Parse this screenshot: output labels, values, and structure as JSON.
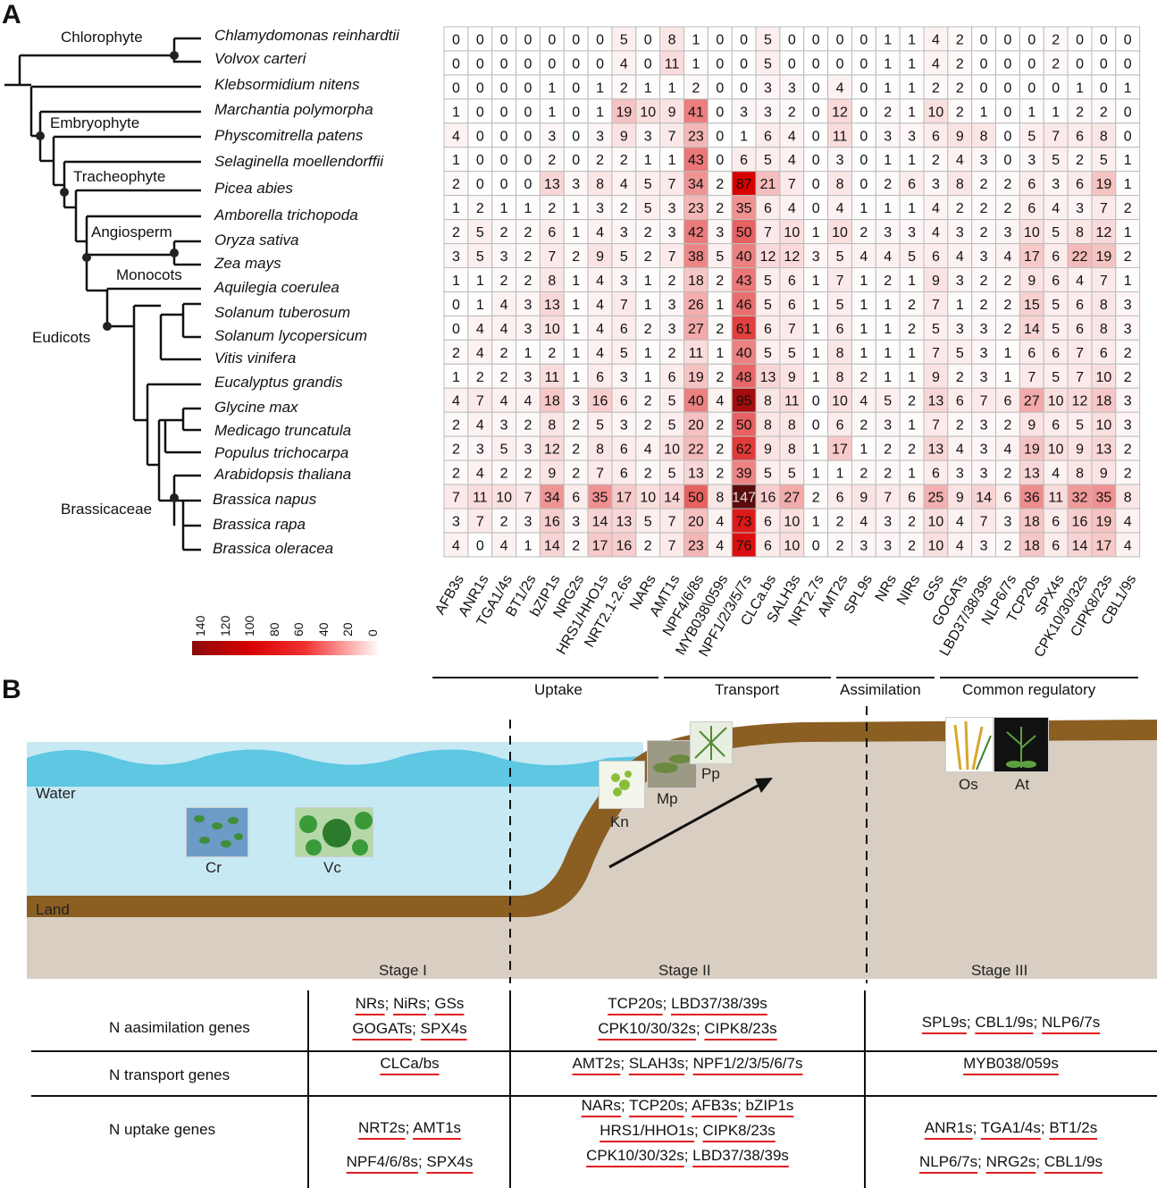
{
  "panels": {
    "a": "A",
    "b": "B"
  },
  "tree": {
    "species": [
      "Chlamydomonas reinhardtii",
      "Volvox carteri",
      "Klebsormidium nitens",
      "Marchantia polymorpha",
      "Physcomitrella patens",
      "Selaginella moellendorffii",
      "Picea abies",
      "Amborella trichopoda",
      "Oryza sativa",
      "Zea mays",
      "Aquilegia coerulea",
      "Solanum tuberosum",
      "Solanum lycopersicum",
      "Vitis vinifera",
      "Eucalyptus grandis",
      "Glycine max",
      "Medicago truncatula",
      "Populus trichocarpa",
      "Arabidopsis thaliana",
      "Brassica napus",
      "Brassica rapa",
      "Brassica oleracea"
    ],
    "clades": [
      "Chlorophyte",
      "Embryophyte",
      "Tracheophyte",
      "Angiosperm",
      "Monocots",
      "Eudicots",
      "Brassicaceae"
    ]
  },
  "chart_data": {
    "type": "heatmap",
    "columns": [
      "AFB3s",
      "ANR1s",
      "TGA1/4s",
      "BT1/2s",
      "bZIP1s",
      "NRG2s",
      "HRS1/HHO1s",
      "NRT2.1-2.6s",
      "NARs",
      "AMT1s",
      "NPF4/6/8s",
      "MYB038\\059s",
      "NPF1/2/3/5/7s",
      "CLCa.bs",
      "SALH3s",
      "NRT2.7s",
      "AMT2s",
      "SPL9s",
      "NRs",
      "NIRs",
      "GSs",
      "GOGATs",
      "LBD37/38/39s",
      "NLP6/7s",
      "TCP20s",
      "SPX4s",
      "CPK10/30/32s",
      "CIPK8/23s",
      "CBL1/9s"
    ],
    "rows": [
      "Chlamydomonas reinhardtii",
      "Volvox carteri",
      "Klebsormidium nitens",
      "Marchantia polymorpha",
      "Physcomitrella patens",
      "Selaginella moellendorffii",
      "Picea abies",
      "Amborella trichopoda",
      "Oryza sativa",
      "Zea mays",
      "Aquilegia coerulea",
      "Solanum tuberosum",
      "Solanum lycopersicum",
      "Vitis vinifera",
      "Eucalyptus grandis",
      "Glycine max",
      "Medicago truncatula",
      "Populus trichocarpa",
      "Arabidopsis thaliana",
      "Brassica napus",
      "Brassica rapa",
      "Brassica oleracea"
    ],
    "values": [
      [
        0,
        0,
        0,
        0,
        0,
        0,
        0,
        5,
        0,
        8,
        1,
        0,
        0,
        5,
        0,
        0,
        0,
        0,
        1,
        1,
        4,
        2,
        0,
        0,
        0,
        2,
        0,
        0,
        0
      ],
      [
        0,
        0,
        0,
        0,
        0,
        0,
        0,
        4,
        0,
        11,
        1,
        0,
        0,
        5,
        0,
        0,
        0,
        0,
        1,
        1,
        4,
        2,
        0,
        0,
        0,
        2,
        0,
        0,
        0
      ],
      [
        0,
        0,
        0,
        0,
        1,
        0,
        1,
        2,
        1,
        1,
        2,
        0,
        0,
        3,
        3,
        0,
        4,
        0,
        1,
        1,
        2,
        2,
        0,
        0,
        0,
        0,
        1,
        0,
        1
      ],
      [
        1,
        0,
        0,
        0,
        1,
        0,
        1,
        19,
        10,
        9,
        41,
        0,
        3,
        3,
        2,
        0,
        12,
        0,
        2,
        1,
        10,
        2,
        1,
        0,
        1,
        1,
        2,
        2,
        0
      ],
      [
        4,
        0,
        0,
        0,
        3,
        0,
        3,
        9,
        3,
        7,
        23,
        0,
        1,
        6,
        4,
        0,
        11,
        0,
        3,
        3,
        6,
        9,
        8,
        0,
        5,
        7,
        6,
        8,
        0
      ],
      [
        1,
        0,
        0,
        0,
        2,
        0,
        2,
        2,
        1,
        1,
        43,
        0,
        6,
        5,
        4,
        0,
        3,
        0,
        1,
        1,
        2,
        4,
        3,
        0,
        3,
        5,
        2,
        5,
        1
      ],
      [
        2,
        0,
        0,
        0,
        13,
        3,
        8,
        4,
        5,
        7,
        34,
        2,
        87,
        21,
        7,
        0,
        8,
        0,
        2,
        6,
        3,
        8,
        2,
        2,
        6,
        3,
        6,
        19,
        1
      ],
      [
        1,
        2,
        1,
        1,
        2,
        1,
        3,
        2,
        5,
        3,
        23,
        2,
        35,
        6,
        4,
        0,
        4,
        1,
        1,
        1,
        4,
        2,
        2,
        2,
        6,
        4,
        3,
        7,
        2
      ],
      [
        2,
        5,
        2,
        2,
        6,
        1,
        4,
        3,
        2,
        3,
        42,
        3,
        50,
        7,
        10,
        1,
        10,
        2,
        3,
        3,
        4,
        3,
        2,
        3,
        10,
        5,
        8,
        12,
        1
      ],
      [
        3,
        5,
        3,
        2,
        7,
        2,
        9,
        5,
        2,
        7,
        38,
        5,
        40,
        12,
        12,
        3,
        5,
        4,
        4,
        5,
        6,
        4,
        3,
        4,
        17,
        6,
        22,
        19,
        2
      ],
      [
        1,
        1,
        2,
        2,
        8,
        1,
        4,
        3,
        1,
        2,
        18,
        2,
        43,
        5,
        6,
        1,
        7,
        1,
        2,
        1,
        9,
        3,
        2,
        2,
        9,
        6,
        4,
        7,
        1
      ],
      [
        0,
        1,
        4,
        3,
        13,
        1,
        4,
        7,
        1,
        3,
        26,
        1,
        46,
        5,
        6,
        1,
        5,
        1,
        1,
        2,
        7,
        1,
        2,
        2,
        15,
        5,
        6,
        8,
        3
      ],
      [
        0,
        4,
        4,
        3,
        10,
        1,
        4,
        6,
        2,
        3,
        27,
        2,
        61,
        6,
        7,
        1,
        6,
        1,
        1,
        2,
        5,
        3,
        3,
        2,
        14,
        5,
        6,
        8,
        3
      ],
      [
        2,
        4,
        2,
        1,
        2,
        1,
        4,
        5,
        1,
        2,
        11,
        1,
        40,
        5,
        5,
        1,
        8,
        1,
        1,
        1,
        7,
        5,
        3,
        1,
        6,
        6,
        7,
        6,
        2
      ],
      [
        1,
        2,
        2,
        3,
        11,
        1,
        6,
        3,
        1,
        6,
        19,
        2,
        48,
        13,
        9,
        1,
        8,
        2,
        1,
        1,
        9,
        2,
        3,
        1,
        7,
        5,
        7,
        10,
        2
      ],
      [
        4,
        7,
        4,
        4,
        18,
        3,
        16,
        6,
        2,
        5,
        40,
        4,
        95,
        8,
        11,
        0,
        10,
        4,
        5,
        2,
        13,
        6,
        7,
        6,
        27,
        10,
        12,
        18,
        3
      ],
      [
        2,
        4,
        3,
        2,
        8,
        2,
        5,
        3,
        2,
        5,
        20,
        2,
        50,
        8,
        8,
        0,
        6,
        2,
        3,
        1,
        7,
        2,
        3,
        2,
        9,
        6,
        5,
        10,
        3
      ],
      [
        2,
        3,
        5,
        3,
        12,
        2,
        8,
        6,
        4,
        10,
        22,
        2,
        62,
        9,
        8,
        1,
        17,
        1,
        2,
        2,
        13,
        4,
        3,
        4,
        19,
        10,
        9,
        13,
        2
      ],
      [
        2,
        4,
        2,
        2,
        9,
        2,
        7,
        6,
        2,
        5,
        13,
        2,
        39,
        5,
        5,
        1,
        1,
        2,
        2,
        1,
        6,
        3,
        3,
        2,
        13,
        4,
        8,
        9,
        2
      ],
      [
        7,
        11,
        10,
        7,
        34,
        6,
        35,
        17,
        10,
        14,
        50,
        8,
        147,
        16,
        27,
        2,
        6,
        9,
        7,
        6,
        25,
        9,
        14,
        6,
        36,
        11,
        32,
        35,
        8
      ],
      [
        3,
        7,
        2,
        3,
        16,
        3,
        14,
        13,
        5,
        7,
        20,
        4,
        73,
        6,
        10,
        1,
        2,
        4,
        3,
        2,
        10,
        4,
        7,
        3,
        18,
        6,
        16,
        19,
        4
      ],
      [
        4,
        0,
        4,
        1,
        14,
        2,
        17,
        16,
        2,
        7,
        23,
        4,
        76,
        6,
        10,
        0,
        2,
        3,
        3,
        2,
        10,
        4,
        3,
        2,
        18,
        6,
        14,
        17,
        4
      ]
    ],
    "color_scale": {
      "min": 0,
      "max": 147,
      "low_color": "#ffffff",
      "high_color": "#d90000",
      "top_color": "#5a0a0a"
    },
    "legend_ticks": [
      "140",
      "120",
      "100",
      "80",
      "60",
      "40",
      "20",
      "0"
    ]
  },
  "groups": [
    "Uptake",
    "Transport",
    "Assimilation",
    "Common regulatory"
  ],
  "stage_scene": {
    "water_label": "Water",
    "land_label": "Land",
    "stages": [
      "Stage I",
      "Stage II",
      "Stage III"
    ],
    "organisms": [
      "Cr",
      "Vc",
      "Kn",
      "Mp",
      "Pp",
      "Os",
      "At"
    ]
  },
  "gene_table": {
    "rows": [
      {
        "label": "N aasimilation genes",
        "stage1": [
          [
            "NRs",
            "; ",
            "NiRs",
            "; ",
            "GSs"
          ],
          [
            "GOGATs",
            "; ",
            "SPX4s"
          ]
        ],
        "stage2": [
          [
            "TCP20s",
            "; ",
            "LBD37/38/39s"
          ],
          [
            "CPK10/30/32s",
            "; ",
            "CIPK8/23s"
          ]
        ],
        "stage3": [
          [
            "SPL9s",
            "; ",
            "CBL1/9s",
            "; ",
            "NLP6/7s"
          ]
        ]
      },
      {
        "label": "N transport genes",
        "stage1": [
          [
            "CLCa/bs"
          ]
        ],
        "stage2": [
          [
            "AMT2s",
            "; ",
            "SLAH3s",
            "; ",
            "NPF1/2/3/5/6/7s"
          ]
        ],
        "stage3": [
          [
            "MYB038/059s"
          ]
        ]
      },
      {
        "label": "N uptake genes",
        "stage1": [
          [
            "NRT2s",
            "; ",
            "AMT1s"
          ],
          [
            "NPF4/6/8s",
            "; ",
            "SPX4s"
          ]
        ],
        "stage2": [
          [
            "NARs",
            "; ",
            "TCP20s",
            "; ",
            "AFB3s",
            "; ",
            "bZIP1s"
          ],
          [
            "HRS1/HHO1s",
            "; ",
            "CIPK8/23s"
          ],
          [
            "CPK10/30/32s",
            "; ",
            "LBD37/38/39s"
          ]
        ],
        "stage3": [
          [
            "ANR1s",
            "; ",
            "TGA1/4s",
            "; ",
            "BT1/2s"
          ],
          [
            "NLP6/7s",
            "; ",
            "NRG2s",
            "; ",
            "CBL1/9s"
          ]
        ]
      }
    ]
  }
}
